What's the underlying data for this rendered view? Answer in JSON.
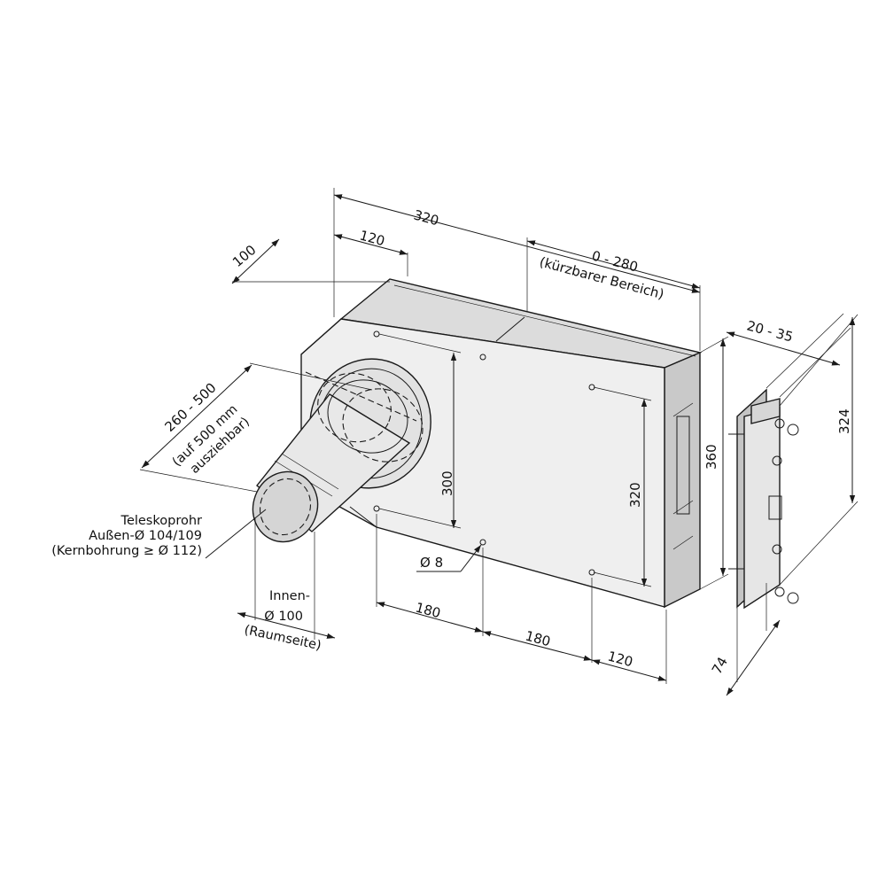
{
  "colors": {
    "line": "#1a1a1a",
    "face_front": "#ededed",
    "face_top": "#dcdcdc",
    "face_side": "#c9c9c9",
    "text": "#111111"
  },
  "dimensions": {
    "width_320": "320",
    "width_120": "120",
    "shortenable_range": "0 - 280",
    "shortenable_note": "(kürzbarer Bereich)",
    "depth_100": "100",
    "height_360": "360",
    "holes_v_left": "300",
    "holes_v_right": "320",
    "hole_diameter": "Ø 8",
    "bottom_180_a": "180",
    "bottom_180_b": "180",
    "bottom_120": "120",
    "plate_thickness": "20 - 35",
    "plate_height": "324",
    "plate_depth": "74"
  },
  "labels": {
    "telescopic_length": "260 - 500",
    "telescopic_ext_1": "(auf 500 mm",
    "telescopic_ext_2": "ausziehbar)",
    "telescopic_tube_1": "Teleskoprohr",
    "telescopic_tube_2": "Außen-Ø 104/109",
    "telescopic_tube_3": "(Kernbohrung ≥ Ø 112)",
    "inner_1": "Innen-",
    "inner_2": "Ø 100",
    "inner_3": "(Raumseite)"
  }
}
